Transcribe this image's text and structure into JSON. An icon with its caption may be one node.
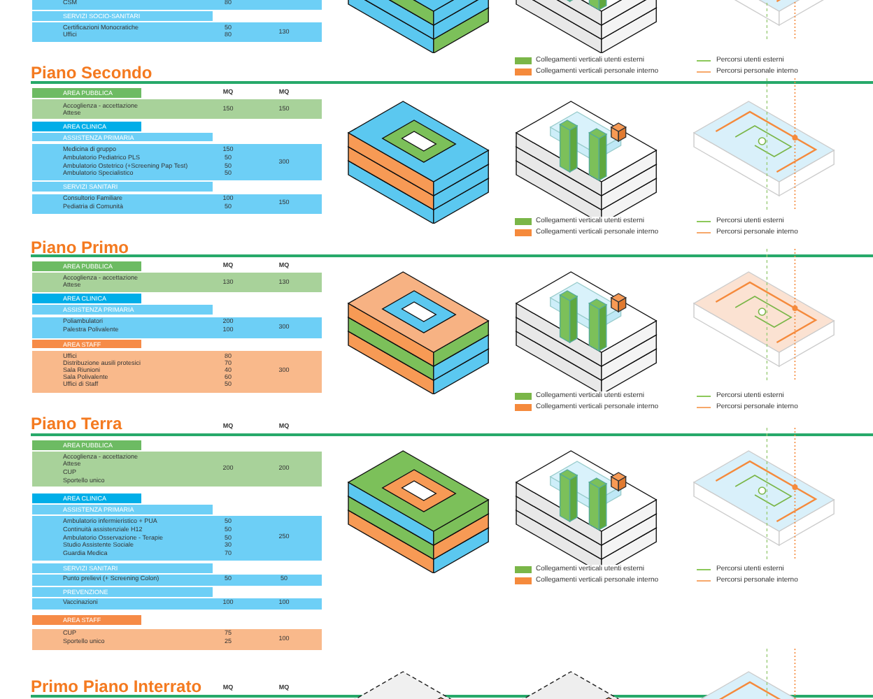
{
  "diagram": {
    "labels": [
      "CSM",
      "80",
      "SERVIZI SOCIO-SANITARI",
      "Certificazioni Monocratiche",
      "Uffici",
      "50",
      "80",
      "130",
      "Piano Secondo",
      "AREA PUBBLICA",
      "MQ",
      "MQ",
      "Accoglienza - accettazione",
      "Attese",
      "150",
      "150",
      "AREA CLINICA",
      "ASSISTENZA PRIMARIA",
      "Medicina di gruppo",
      "Ambulatorio Pediatrico PLS",
      "Ambulatorio Ostetrico (+Screening Pap Test)",
      "Ambulatorio Specialistico",
      "150",
      "50",
      "50",
      "50",
      "300",
      "SERVIZI SANITARI",
      "Consultorio Familiare",
      "Pediatria di Comunità",
      "100",
      "50",
      "150",
      "Piano Primo",
      "AREA PUBBLICA",
      "MQ",
      "MQ",
      "Accoglienza - accettazione",
      "Attese",
      "130",
      "130",
      "AREA CLINICA",
      "ASSISTENZA PRIMARIA",
      "Poliambulatori",
      "Palestra Polivalente",
      "200",
      "100",
      "300",
      "AREA STAFF",
      "Uffici",
      "Distribuzione ausili protesici",
      "Sala Riunioni",
      "Sala Polivalente",
      "Uffici di Staff",
      "80",
      "70",
      "40",
      "60",
      "50",
      "300",
      "Piano Terra",
      "MQ",
      "MQ",
      "AREA PUBBLICA",
      "Accoglienza - accettazione",
      "Attese",
      "CUP",
      "Sportello unico",
      "200",
      "200",
      "AREA CLINICA",
      "ASSISTENZA PRIMARIA",
      "Ambulatorio infermieristico + PUA",
      "Continuità assistenziale H12",
      "Ambulatorio Osservazione - Terapie",
      "Studio Assistente Sociale",
      "Guardia Medica",
      "50",
      "50",
      "50",
      "30",
      "70",
      "250",
      "SERVIZI SANITARI",
      "Punto prelievi (+ Screening Colon)",
      "50",
      "50",
      "PREVENZIONE",
      "Vaccinazioni",
      "100",
      "100",
      "AREA STAFF",
      "CUP",
      "Sportello unico",
      "75",
      "25",
      "100",
      "Primo Piano Interrato",
      "MQ",
      "MQ"
    ],
    "legend": [
      {
        "text": "Collegamenti verticali utenti esterni",
        "color": "#7ab648"
      },
      {
        "text": "Percorsi utenti esterni"
      },
      {
        "text": "Collegamenti verticali personale interno",
        "color": "#f58a3c"
      },
      {
        "text": "Percorsi personale interno"
      },
      {
        "text": "Collegamenti verticali utenti esterni",
        "color": "#7ab648"
      },
      {
        "text": "Percorsi utenti esterni"
      },
      {
        "text": "Collegamenti verticali personale interno",
        "color": "#f58a3c"
      },
      {
        "text": "Percorsi personale interno"
      },
      {
        "text": "Collegamenti verticali utenti esterni",
        "color": "#7ab648"
      },
      {
        "text": "Percorsi utenti esterni"
      },
      {
        "text": "Collegamenti verticali personale interno",
        "color": "#f58a3c"
      },
      {
        "text": "Percorsi personale interno"
      },
      {
        "text": "Collegamenti verticali utenti esterni",
        "color": "#7ab648"
      },
      {
        "text": "Percorsi utenti esterni"
      },
      {
        "text": "Collegamenti verticali personale interno",
        "color": "#f58a3c"
      },
      {
        "text": "Percorsi personale interno"
      }
    ]
  }
}
